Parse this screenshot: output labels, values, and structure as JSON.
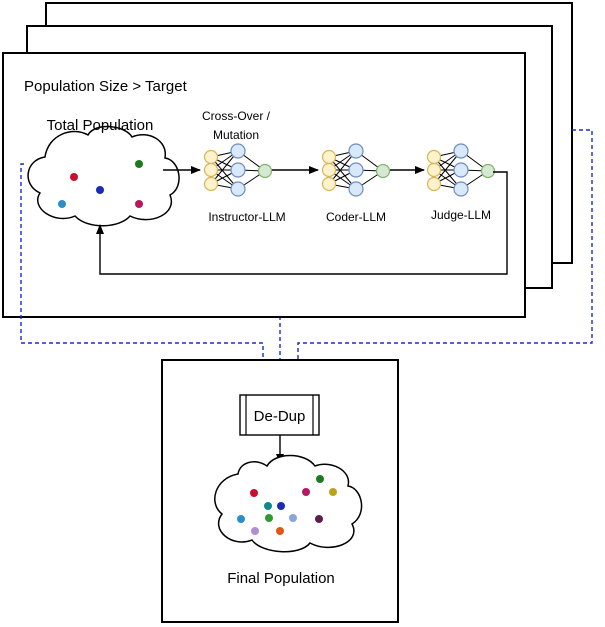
{
  "panel": {
    "condition_label": "Population Size > Target"
  },
  "total_population": {
    "label": "Total Population",
    "dots": [
      {
        "color": "#c8102e"
      },
      {
        "color": "#1a2bb5"
      },
      {
        "color": "#1f7a1f"
      },
      {
        "color": "#2a8fc9"
      },
      {
        "color": "#b8185e"
      }
    ]
  },
  "pipeline": {
    "crossover_label_line1": "Cross-Over /",
    "crossover_label_line2": "Mutation",
    "stages": [
      {
        "label": "Instructor-LLM"
      },
      {
        "label": "Coder-LLM"
      },
      {
        "label": "Judge-LLM"
      }
    ]
  },
  "dedup": {
    "label": "De-Dup"
  },
  "final_population": {
    "label": "Final Population",
    "dots": [
      {
        "color": "#c8102e"
      },
      {
        "color": "#0e8a8a"
      },
      {
        "color": "#1a2bb5"
      },
      {
        "color": "#b8185e"
      },
      {
        "color": "#1f7a1f"
      },
      {
        "color": "#b9a31a"
      },
      {
        "color": "#2a8fc9"
      },
      {
        "color": "#2f9a2f"
      },
      {
        "color": "#8aa5d6"
      },
      {
        "color": "#5a1f4a"
      },
      {
        "color": "#b28ed1"
      },
      {
        "color": "#e0561b"
      }
    ]
  },
  "colors": {
    "input_node": "#fff2cc",
    "input_node_stroke": "#d6b656",
    "hidden_node": "#dae8fc",
    "hidden_node_stroke": "#6c8ebf",
    "output_node": "#d5e8d4",
    "output_node_stroke": "#82b366",
    "dashed_arrow": "#1a2bd6"
  }
}
